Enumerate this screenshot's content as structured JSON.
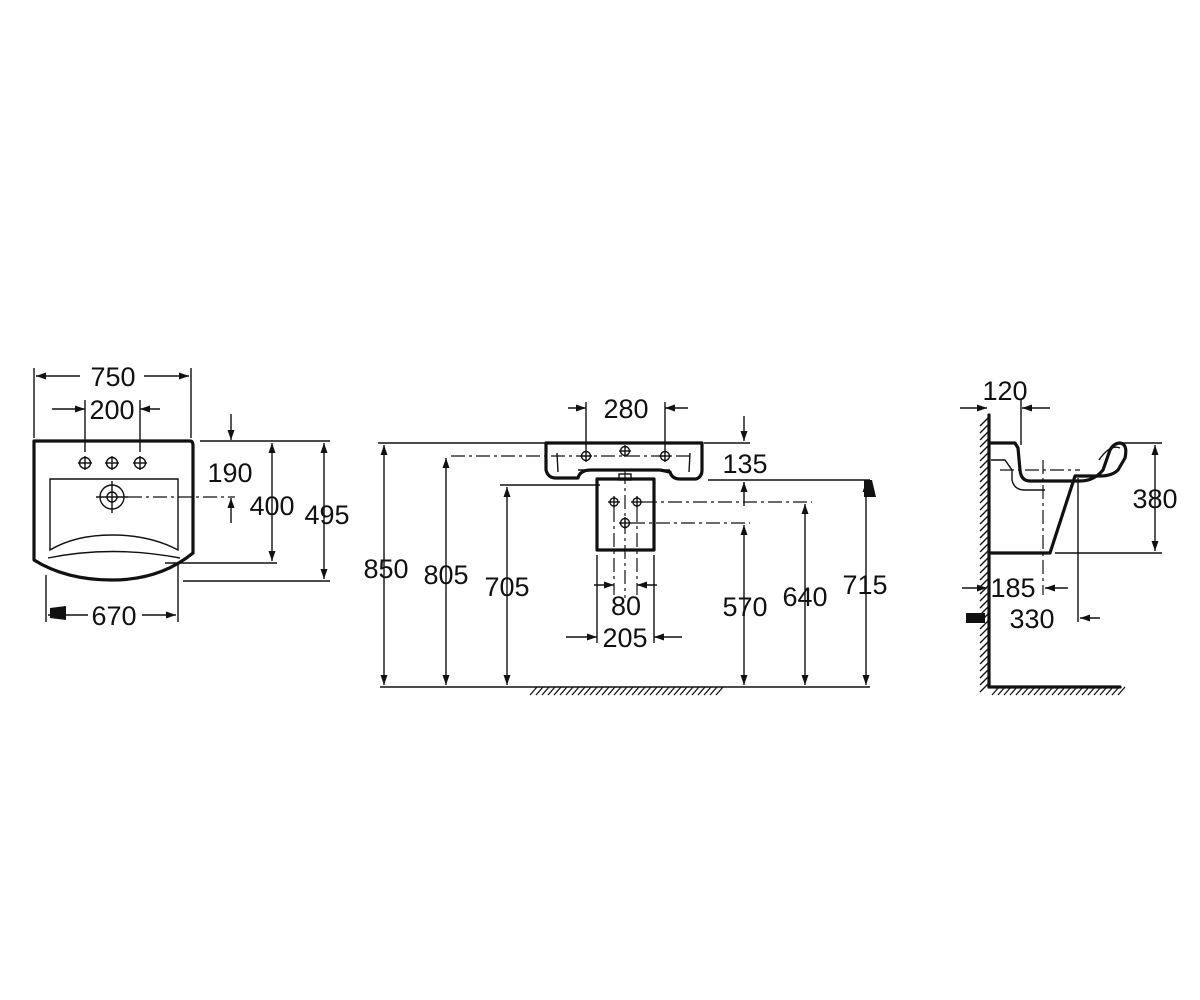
{
  "top_view": {
    "overall_width": "750",
    "tap_hole_spacing": "200",
    "rear_to_waste": "190",
    "front_to_waste": "400",
    "overall_depth": "495",
    "inner_front_width": "670"
  },
  "front_view": {
    "height_850": "850",
    "height_805": "805",
    "height_705": "705",
    "fixing_spacing": "280",
    "rim_depth": "135",
    "pedestal_hole_spacing": "80",
    "pedestal_width": "205",
    "height_570": "570",
    "height_640": "640",
    "height_715": "715"
  },
  "side_view": {
    "wall_offset": "120",
    "basin_height": "380",
    "pedestal_depth": "185",
    "trap_offset": "330"
  }
}
